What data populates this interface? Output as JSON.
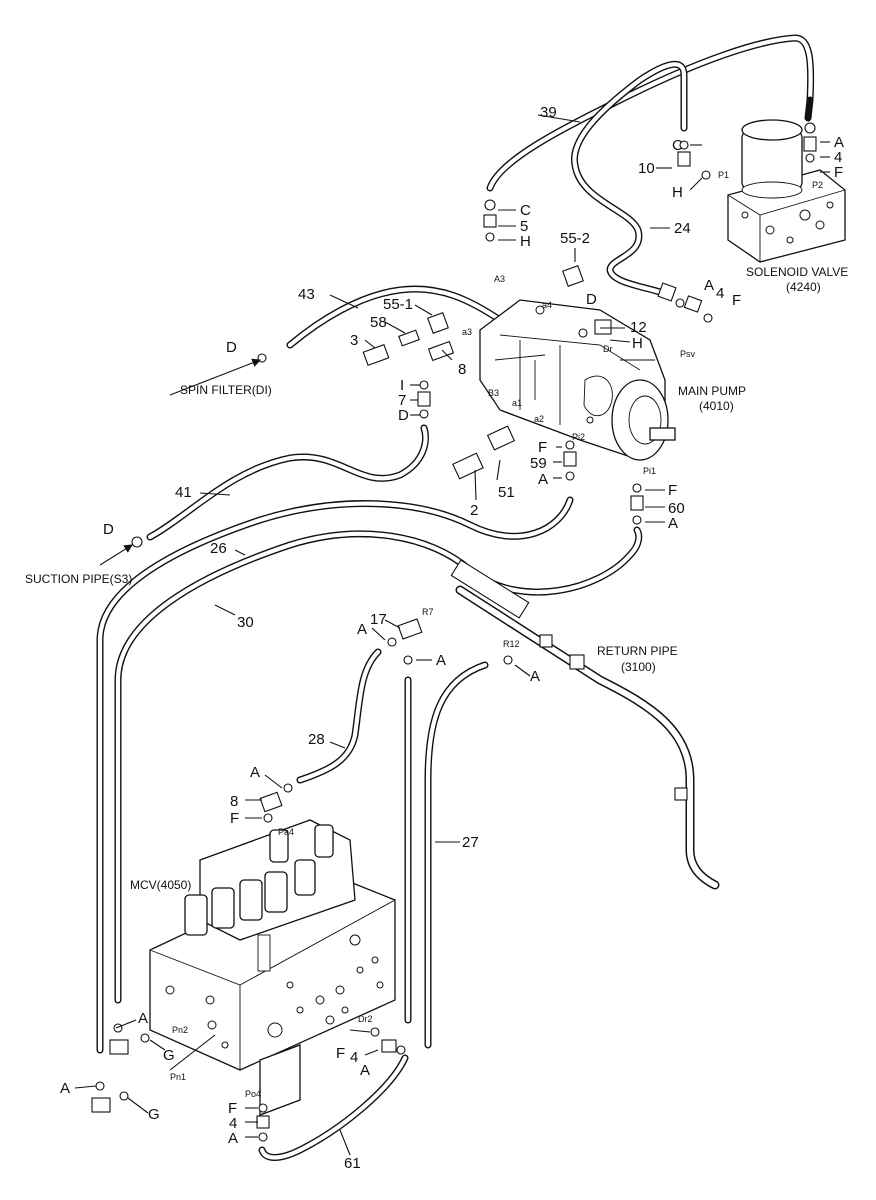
{
  "part_numbers": {
    "p39": "39",
    "p24": "24",
    "p10": "10",
    "p5": "5",
    "p4a": "4",
    "p4b": "4",
    "p4c": "4",
    "p4d": "4",
    "p552": "55-2",
    "p551": "55-1",
    "p43": "43",
    "p58": "58",
    "p3": "3",
    "p8a": "8",
    "p8b": "8",
    "p12": "12",
    "p7": "7",
    "p51": "51",
    "p2": "2",
    "p59": "59",
    "p60": "60",
    "p41": "41",
    "p26": "26",
    "p30": "30",
    "p17": "17",
    "p28": "28",
    "p27": "27",
    "p61": "61"
  },
  "letters": {
    "C1": "C",
    "C2": "C",
    "H1": "H",
    "H2": "H",
    "H3": "H",
    "A1": "A",
    "A2": "A",
    "A3": "A",
    "A4": "A",
    "A5": "A",
    "A6": "A",
    "A7": "A",
    "A8": "A",
    "A9": "A",
    "A10": "A",
    "A11": "A",
    "A12": "A",
    "F1": "F",
    "F2": "F",
    "F3": "F",
    "F4": "F",
    "F5": "F",
    "F6": "F",
    "F7": "F",
    "D1": "D",
    "D2": "D",
    "D3": "D",
    "D4": "D",
    "I1": "I",
    "G1": "G",
    "G2": "G"
  },
  "ports": {
    "P1": "P1",
    "P2": "P2",
    "A3": "A3",
    "a4": "a4",
    "a3": "a3",
    "Dr": "Dr",
    "Psv": "Psv",
    "B3": "B3",
    "a1": "a1",
    "a2": "a2",
    "Pi2": "Pi2",
    "Pi1": "Pi1",
    "R7": "R7",
    "R12": "R12",
    "Pa4": "Pa4",
    "Pn2": "Pn2",
    "Pn1": "Pn1",
    "Dr2": "Dr2",
    "Po4": "Po4"
  },
  "components": {
    "solenoid_valve": "SOLENOID VALVE",
    "solenoid_valve_no": "(4240)",
    "main_pump": "MAIN PUMP",
    "main_pump_no": "(4010)",
    "return_pipe": "RETURN PIPE",
    "return_pipe_no": "(3100)",
    "spin_filter": "SPIN FILTER(DI)",
    "suction_pipe": "SUCTION PIPE(S3)",
    "mcv": "MCV(4050)"
  }
}
